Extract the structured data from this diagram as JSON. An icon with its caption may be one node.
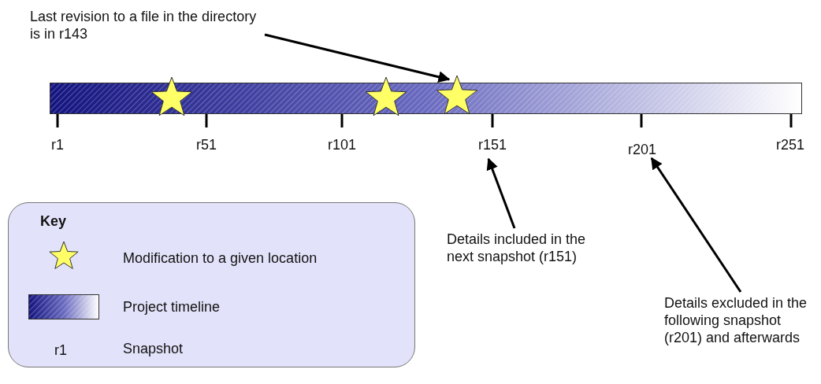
{
  "diagram": {
    "nodes": [
      {
        "text": [
          "Last revision to a file in the directory is in r143"
        ]
      },
      {
        "text": [],
        "shape": "bar"
      },
      {
        "text": [],
        "shape": "star"
      },
      {
        "text": [],
        "shape": "star"
      },
      {
        "text": [],
        "shape": "star"
      },
      {
        "text": [
          "r151"
        ]
      },
      {
        "text": [
          "r201"
        ]
      },
      {
        "text": [
          "Details included in the next snapshot (r151)"
        ]
      },
      {
        "text": [
          "Details excluded in the following snapshot (r201) and afterwards"
        ]
      },
      {
        "text": [
          "Key"
        ]
      }
    ],
    "edges": [
      {
        "from": 0,
        "to": 4,
        "arrow": "to"
      },
      {
        "from": 7,
        "to": 5,
        "arrow": "to"
      },
      {
        "from": 8,
        "to": 6,
        "arrow": "to"
      }
    ],
    "labels": [
      "r1",
      "r51",
      "r101",
      "r251",
      "r1"
    ],
    "legend": [
      {
        "text": "Modification to a given location"
      },
      {
        "text": "Project timeline"
      },
      {
        "text": "Snapshot"
      }
    ]
  }
}
